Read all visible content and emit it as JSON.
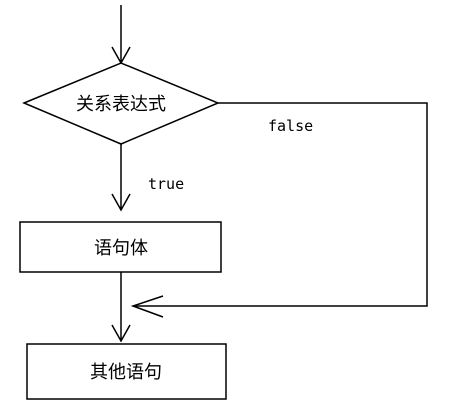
{
  "diagram": {
    "condition_label": "关系表达式",
    "false_label": "false",
    "true_label": "true",
    "body_label": "语句体",
    "next_label": "其他语句"
  }
}
